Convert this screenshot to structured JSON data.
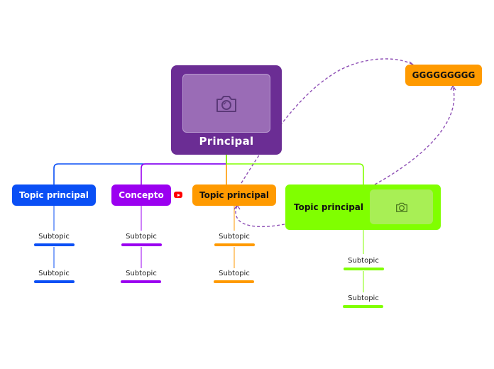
{
  "colors": {
    "root": "#6b2d94",
    "blue": "#0a4ff5",
    "purple": "#9b00f0",
    "orange": "#ff9a00",
    "green": "#80ff00",
    "relationship": "#8e4fb5"
  },
  "root": {
    "label": "Principal",
    "image_icon": "camera-icon"
  },
  "floating": {
    "label": "GGGGGGGGG"
  },
  "topics": [
    {
      "label": "Topic principal",
      "color": "blue",
      "subtopics": [
        "Subtopic",
        "Subtopic"
      ]
    },
    {
      "label": "Concepto",
      "color": "purple",
      "attachment_icon": "youtube-icon",
      "subtopics": [
        "Subtopic",
        "Subtopic"
      ]
    },
    {
      "label": "Topic principal",
      "color": "orange",
      "subtopics": [
        "Subtopic",
        "Subtopic"
      ]
    },
    {
      "label": "Topic principal",
      "color": "green",
      "image_icon": "camera-icon",
      "subtopics": [
        "Subtopic",
        "Subtopic"
      ]
    }
  ]
}
